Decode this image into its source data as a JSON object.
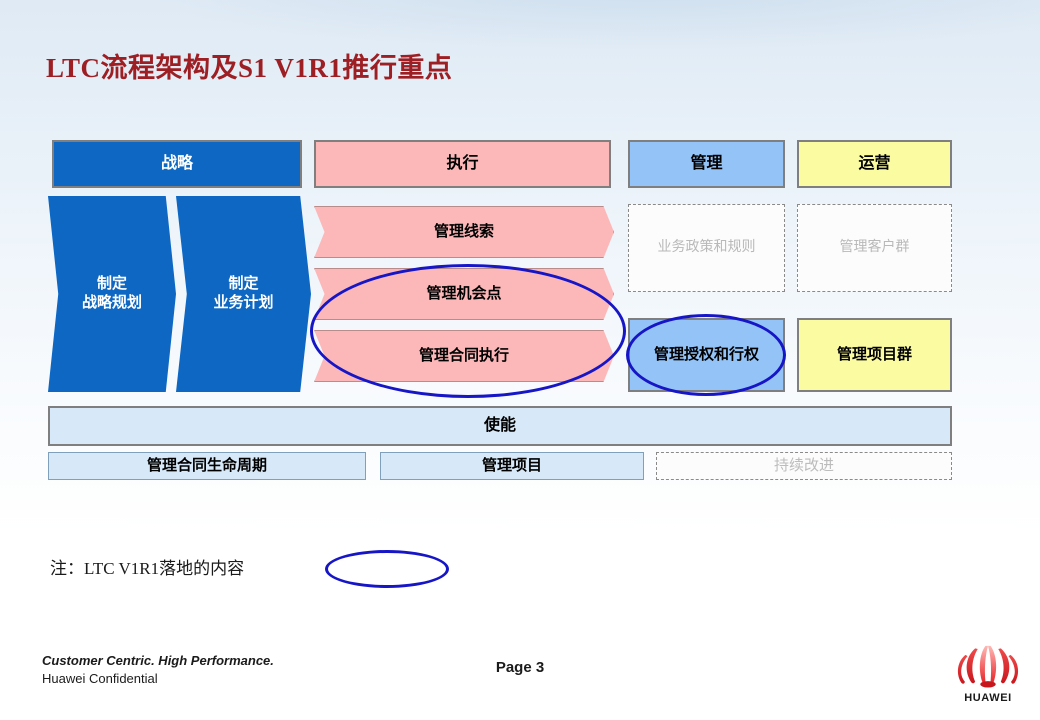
{
  "slide": {
    "title": "LTC流程架构及S1 V1R1推行重点",
    "accent_red": "#9d1f24",
    "accent_blue": "#0d67c3",
    "accent_pink": "#fcb8b9",
    "accent_ltblue": "#94c4f7",
    "accent_yellow": "#fbfba1",
    "highlight_stroke": "#1616c6"
  },
  "headers": [
    {
      "label": "战略",
      "color": "#0d67c3"
    },
    {
      "label": "执行",
      "color": "#fcb8b9"
    },
    {
      "label": "管理",
      "color": "#94c4f7"
    },
    {
      "label": "运营",
      "color": "#fbfba1"
    }
  ],
  "strategy_column": [
    {
      "line1": "制定",
      "line2": "战略规划"
    },
    {
      "line1": "制定",
      "line2": "业务计划"
    }
  ],
  "execution_rows": [
    {
      "label": "管理线索",
      "highlighted": false
    },
    {
      "label": "管理机会点",
      "highlighted": true
    },
    {
      "label": "管理合同执行",
      "highlighted": true
    }
  ],
  "manage_column": [
    {
      "label": "业务政策和规则",
      "style": "ghost"
    },
    {
      "label": "管理授权和行权",
      "style": "solid",
      "highlighted": true
    }
  ],
  "operate_column": [
    {
      "label": "管理客户群",
      "style": "ghost"
    },
    {
      "label": "管理项目群",
      "style": "solid"
    }
  ],
  "enable_band": {
    "label": "使能"
  },
  "enable_items": [
    {
      "label": "管理合同生命周期",
      "style": "solid"
    },
    {
      "label": "管理项目",
      "style": "solid"
    },
    {
      "label": "持续改进",
      "style": "ghost"
    }
  ],
  "legend": {
    "note": "注：LTC V1R1落地的内容"
  },
  "footer": {
    "tagline_line1": "Customer Centric. High Performance.",
    "tagline_line2": "Huawei Confidential",
    "page": "Page 3",
    "brand": "HUAWEI"
  }
}
